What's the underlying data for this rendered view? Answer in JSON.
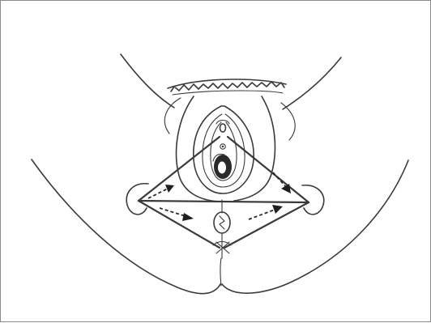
{
  "figure": {
    "subject": "",
    "colors": {
      "stroke": "#3a3a3a",
      "arrow": "#1e1e1e",
      "frame": "#8a8a8a",
      "background": "#ffffff"
    },
    "arrows": [
      {
        "name": "upper-left-dashed-arrow"
      },
      {
        "name": "upper-right-dashed-arrow"
      },
      {
        "name": "lower-left-dashed-arrow"
      },
      {
        "name": "lower-right-dashed-arrow"
      }
    ]
  }
}
